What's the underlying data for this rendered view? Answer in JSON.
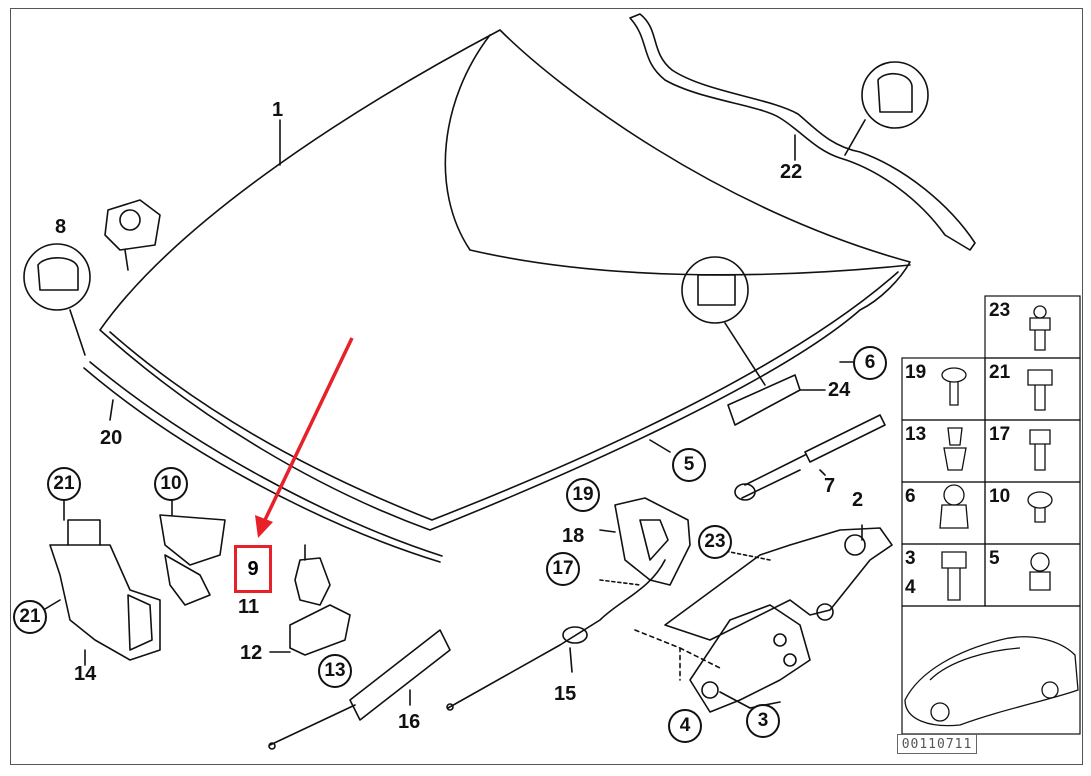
{
  "callouts": {
    "c1": "1",
    "c2": "2",
    "c3": "3",
    "c4": "4",
    "c5": "5",
    "c6": "6",
    "c7": "7",
    "c8": "8",
    "c9": "9",
    "c10": "10",
    "c11": "11",
    "c12": "12",
    "c13": "13",
    "c14": "14",
    "c15": "15",
    "c16": "16",
    "c17": "17",
    "c18": "18",
    "c19": "19",
    "c20": "20",
    "c21a": "21",
    "c21b": "21",
    "c22": "22",
    "c23": "23",
    "c24": "24"
  },
  "fastener_table": {
    "t23": "23",
    "t19": "19",
    "t21": "21",
    "t13": "13",
    "t17": "17",
    "t6": "6",
    "t10": "10",
    "t3": "3",
    "t4": "4",
    "t5": "5"
  },
  "diagram_ref": "00110711",
  "colors": {
    "highlight": "#e8202a",
    "line": "#111111"
  }
}
